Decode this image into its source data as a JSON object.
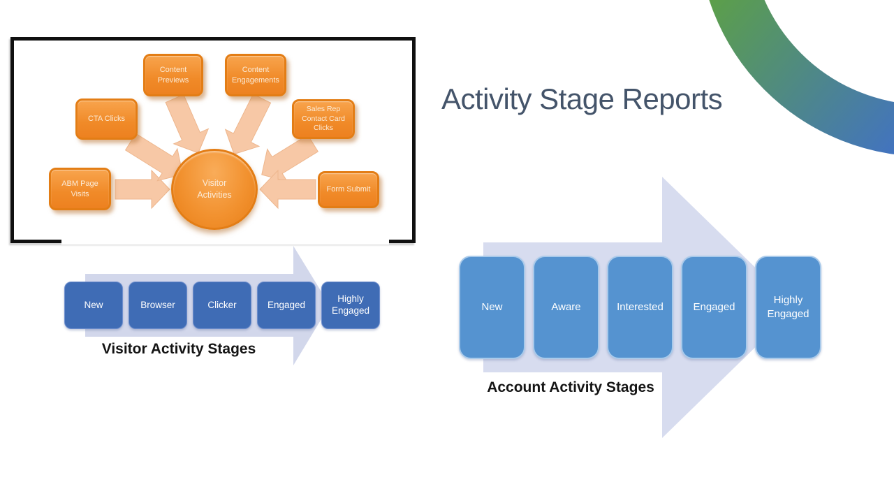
{
  "title": "Activity Stage Reports",
  "visitor_activity_funnel": {
    "center_label": "Visitor Activities",
    "activity_boxes": [
      "CTA Clicks",
      "Content Previews",
      "Content Engagements",
      "Sales Rep Contact Card Clicks",
      "ABM Page Visits",
      "Form Submit"
    ]
  },
  "visitor_stages": {
    "caption": "Visitor Activity Stages",
    "stages": [
      "New",
      "Browser",
      "Clicker",
      "Engaged",
      "Highly Engaged"
    ]
  },
  "account_stages": {
    "caption": "Account Activity Stages",
    "stages": [
      "New",
      "Aware",
      "Interested",
      "Engaged",
      "Highly Engaged"
    ]
  },
  "colors": {
    "title_text": "#44546A",
    "orange_box": "#F08A28",
    "orange_border": "#E37D15",
    "peach_arrow": "#F7C8A6",
    "visitor_stage_box": "#3F6CB5",
    "account_stage_box": "#5593D0",
    "stage_arrow_band": "#D4D9EC",
    "frame_border": "#101010",
    "corner_arc_green": "#5C9F49",
    "corner_arc_blue": "#4273C0",
    "caption_text": "#141414"
  }
}
